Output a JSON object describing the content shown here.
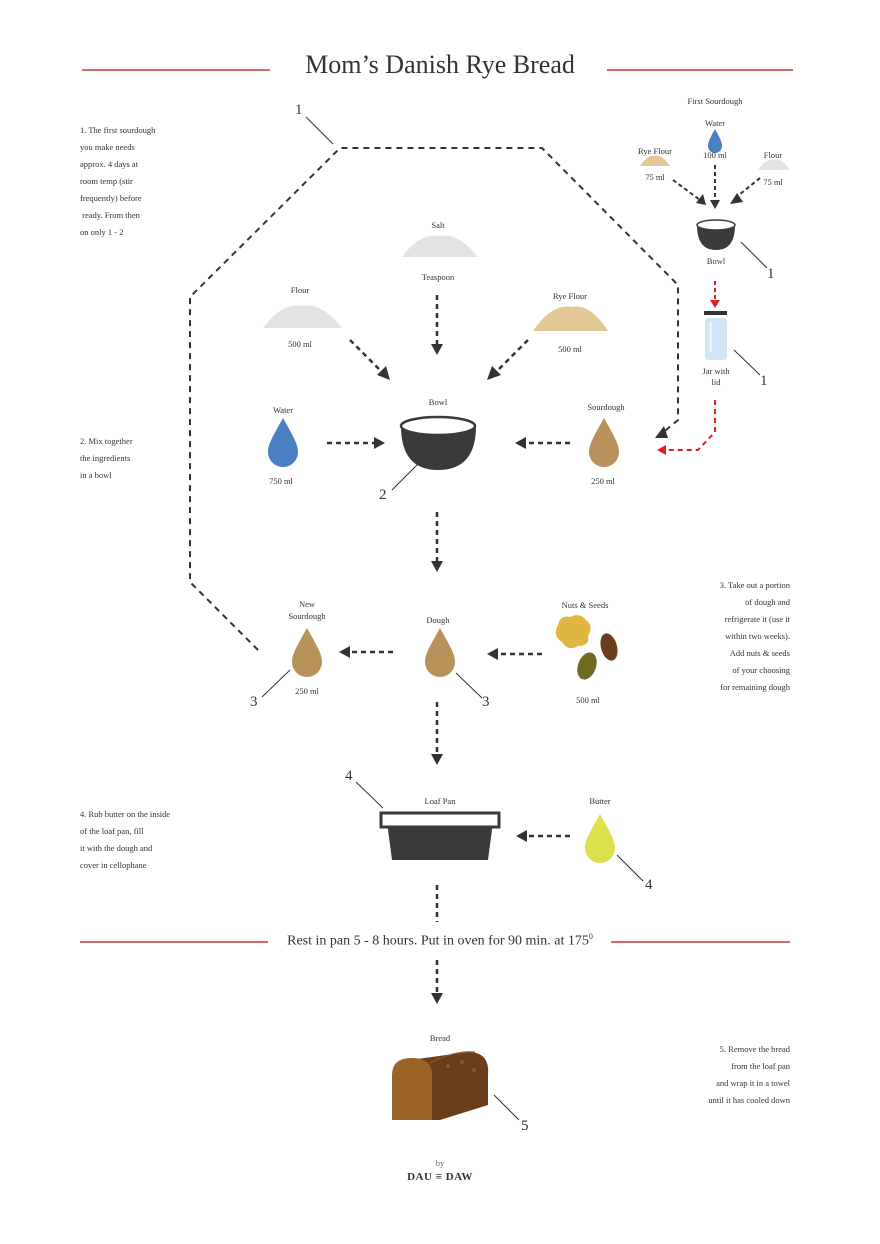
{
  "title": "Mom’s Danish Rye Bread",
  "starter": {
    "heading": "First Sourdough",
    "water_label": "Water",
    "water_amount": "100 ml",
    "rye_label": "Rye Flour",
    "rye_amount": "75 ml",
    "flour_label": "Flour",
    "flour_amount": "75 ml",
    "bowl_label": "Bowl",
    "jar_label": "Jar with\nlid"
  },
  "ingredients": {
    "salt_label": "Salt",
    "salt_amount": "Teaspoon",
    "flour_label": "Flour",
    "flour_amount": "500 ml",
    "rye_label": "Rye Flour",
    "rye_amount": "500 ml",
    "water_label": "Water",
    "water_amount": "750 ml",
    "bowl_label": "Bowl",
    "sourdough_label": "Sourdough",
    "sourdough_amount": "250 ml",
    "new_sourdough_label": "New\nSourdough",
    "new_sourdough_amount": "250 ml",
    "dough_label": "Dough",
    "nuts_label": "Nuts & Seeds",
    "nuts_amount": "500 ml",
    "loafpan_label": "Loaf Pan",
    "butter_label": "Butter",
    "bread_label": "Bread"
  },
  "steps": {
    "step1": "1. The first sourdough\nyou make needs\napprox. 4 days at\nroom temp (stir\nfrequently) before\n ready. From then\non only 1 - 2",
    "step2": "2. Mix together\nthe ingredients\nin a bowl",
    "step3": "3. Take out a portion\nof dough and\nrefrigerate it (use it\nwithin two weeks).\nAdd nuts & seeds\nof your choosing\nfor remaining dough",
    "step4": "4. Rub butter on the inside\nof the loaf pan, fill\nit with the dough and\ncover in cellophane",
    "step5": "5. Remove the bread\nfrom the loaf pan\nand wrap it in a towel\nuntil it has cooled down"
  },
  "markers": {
    "m1": "1",
    "m2": "2",
    "m3": "3",
    "m4": "4",
    "m5": "5"
  },
  "rest_text": "Rest in pan 5 - 8 hours. Put in oven for 90 min. at 175",
  "rest_superscript": "0",
  "credit": {
    "by": "by",
    "brand": "DAU ≡ DAW"
  },
  "colors": {
    "rule_red": "#c0393b",
    "water_blue": "#4a7fc1",
    "sourdough_brown": "#b8925a",
    "bowl_dark": "#3a3a3a",
    "butter_yellow": "#dde04a",
    "bread_brown": "#8a5a28",
    "flour_grey": "#e3e3e3",
    "rye_tan": "#e3c896",
    "jar_blue": "#cfe4f5",
    "arrow_red": "#e02020"
  }
}
